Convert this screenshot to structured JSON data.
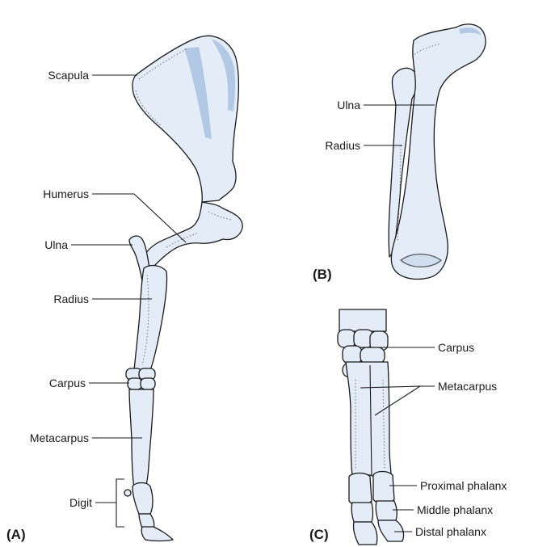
{
  "panelA": {
    "tag": "(A)",
    "labels": {
      "scapula": "Scapula",
      "humerus": "Humerus",
      "ulna": "Ulna",
      "radius": "Radius",
      "carpus": "Carpus",
      "metacarpus": "Metacarpus",
      "digit": "Digit"
    }
  },
  "panelB": {
    "tag": "(B)",
    "labels": {
      "ulna": "Ulna",
      "radius": "Radius"
    }
  },
  "panelC": {
    "tag": "(C)",
    "labels": {
      "carpus": "Carpus",
      "metacarpus": "Metacarpus",
      "proximal_phalanx": "Proximal phalanx",
      "middle_phalanx": "Middle phalanx",
      "distal_phalanx": "Distal phalanx"
    }
  },
  "colors": {
    "bone_fill": "#e3ecf7",
    "bone_shade": "#a9c3e3",
    "outline": "#1a1a1a"
  }
}
